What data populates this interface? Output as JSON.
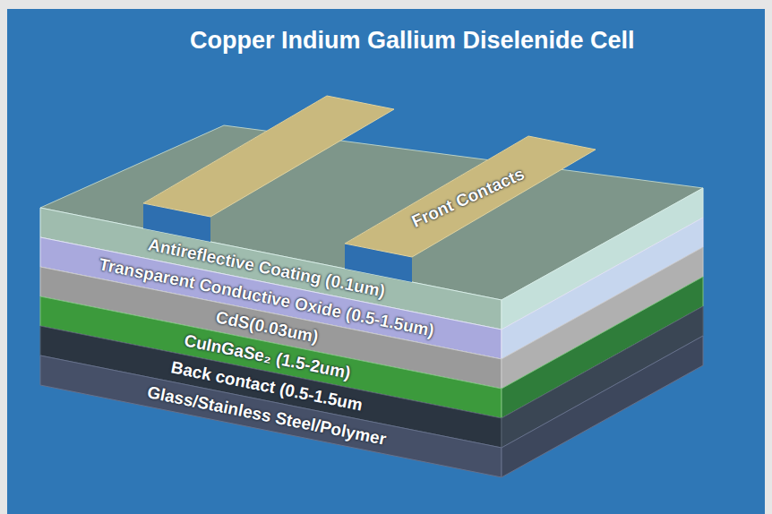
{
  "diagram": {
    "title": "Copper Indium Gallium Diselenide Cell",
    "nodes": [
      {
        "text": [
          "Front Contacts"
        ]
      },
      {
        "text": [
          "Antireflective Coating (0.1um)"
        ]
      },
      {
        "text": [
          "Transparent Conductive Oxide (0.5-1.5um)"
        ]
      },
      {
        "text": [
          "CdS(0.03um)"
        ]
      },
      {
        "text": [
          "CuInGaSe₂ (1.5-2um)"
        ]
      },
      {
        "text": [
          "Back contact (0.5-1.5um"
        ]
      },
      {
        "text": [
          "Glass/Stainless Steel/Polymer"
        ]
      }
    ]
  }
}
